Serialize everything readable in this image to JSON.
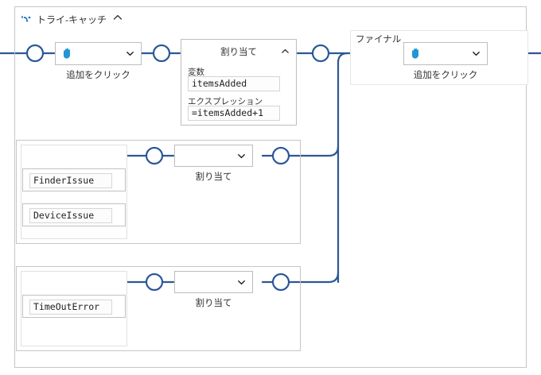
{
  "header": {
    "title": "トライ-キャッチ",
    "icon": "try-catch-icon",
    "collapse_icon": "chevron-up-icon"
  },
  "try_branch": {
    "add_node": {
      "icon": "hand-icon",
      "chevron": "chevron-down-icon",
      "caption": "追加をクリック"
    },
    "assign": {
      "title": "割り当て",
      "collapse_icon": "chevron-up-icon",
      "variable_label": "変数",
      "variable_value": "itemsAdded",
      "expression_label": "エクスプレッション",
      "expression_value": "=itemsAdded+1"
    }
  },
  "final_branch": {
    "label": "ファイナル",
    "add_node": {
      "icon": "hand-icon",
      "chevron": "chevron-down-icon",
      "caption": "追加をクリック"
    }
  },
  "catch_blocks": [
    {
      "exceptions": [
        "FinderIssue",
        "DeviceIssue"
      ],
      "action": {
        "value": "",
        "chevron": "chevron-down-icon",
        "caption": "割り当て"
      }
    },
    {
      "exceptions": [
        "TimeOutError"
      ],
      "action": {
        "value": "",
        "chevron": "chevron-down-icon",
        "caption": "割り当て"
      }
    }
  ],
  "colors": {
    "wire": "#2b5797",
    "accent": "#0f6cbd",
    "border": "#c8c6c4",
    "node_border": "#bdbdbd",
    "text": "#323130",
    "background": "#ffffff"
  }
}
